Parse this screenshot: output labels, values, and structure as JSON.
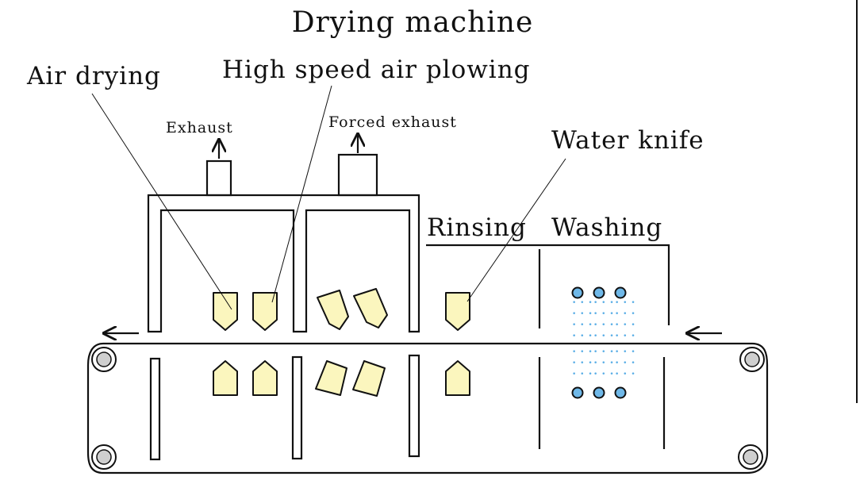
{
  "labels": {
    "title": "Drying machine",
    "air_drying": "Air drying",
    "high_speed": "High speed air plowing",
    "exhaust": "Exhaust",
    "forced_exhaust": "Forced exhaust",
    "water_knife": "Water knife",
    "rinsing": "Rinsing",
    "washing": "Washing"
  },
  "colors": {
    "nozzle_fill": "#fbf6be",
    "spray_nozzle_fill": "#6fb8e8",
    "spray_droplets": "#5aaee6",
    "line": "#111111"
  },
  "icons": {
    "conveyor_direction": "arrow-left-icon",
    "exhaust_direction": "arrow-up-icon",
    "belt_roller": "roller-icon"
  }
}
